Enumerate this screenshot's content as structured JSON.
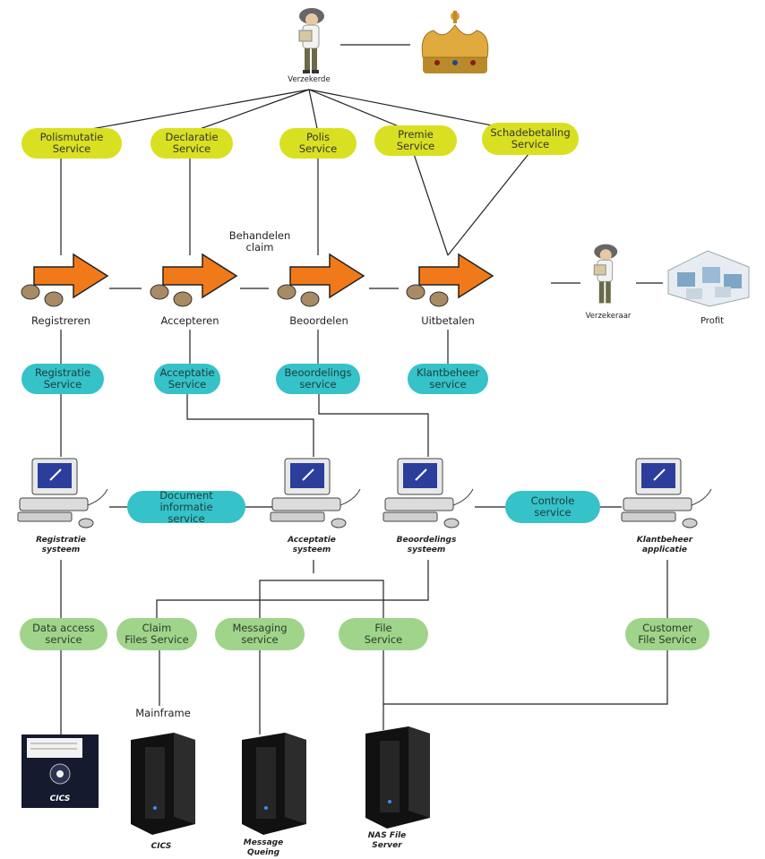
{
  "top": {
    "insured_label": "Verzekerde"
  },
  "yellow_services": [
    {
      "label": "Polismutatie\nService"
    },
    {
      "label": "Declaratie\nService"
    },
    {
      "label": "Polis\nService"
    },
    {
      "label": "Premie\nService"
    },
    {
      "label": "Schadebetaling\nService"
    }
  ],
  "note_behandelen": "Behandelen\nclaim",
  "steps": [
    {
      "label": "Registreren"
    },
    {
      "label": "Accepteren"
    },
    {
      "label": "Beoordelen"
    },
    {
      "label": "Uitbetalen"
    }
  ],
  "insurer": {
    "label": "Verzekeraar",
    "profit_label": "Profit"
  },
  "cyan_services": [
    {
      "label": "Registratie\nService"
    },
    {
      "label": "Acceptatie\nService"
    },
    {
      "label": "Beoordelings\nservice"
    },
    {
      "label": "Klantbeheer\nservice"
    },
    {
      "label": "Document informatie\nservice"
    },
    {
      "label": "Controle\nservice"
    }
  ],
  "systems": [
    {
      "label": "Registratie\nsysteem"
    },
    {
      "label": "Acceptatie\nsysteem"
    },
    {
      "label": "Beoordelings\nsysteem"
    },
    {
      "label": "Klantbeheer\napplicatie"
    }
  ],
  "green_services": [
    {
      "label": "Data access\nservice"
    },
    {
      "label": "Claim\nFiles Service"
    },
    {
      "label": "Messaging\nservice"
    },
    {
      "label": "File\nService"
    },
    {
      "label": "Customer\nFile Service"
    }
  ],
  "mainframe_label": "Mainframe",
  "storage": [
    {
      "label": "CICS"
    },
    {
      "label": "CICS"
    },
    {
      "label": "Message\nQueing"
    },
    {
      "label": "NAS File\nServer"
    }
  ],
  "colors": {
    "yellow": "#d9e021",
    "cyan": "#35c2c8",
    "green": "#9fd48a",
    "arrow_orange": "#f07a1a",
    "crown_gold": "#c9962a"
  }
}
